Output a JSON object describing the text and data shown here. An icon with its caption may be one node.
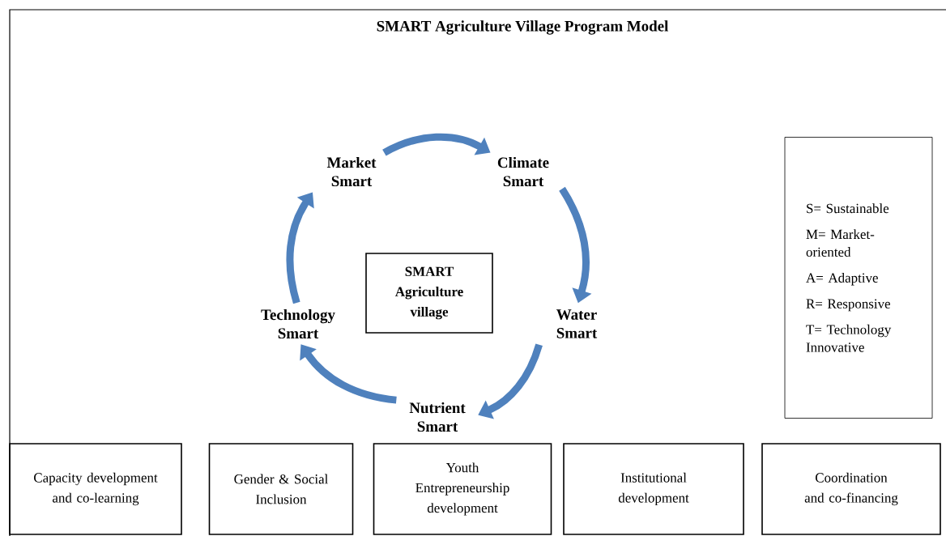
{
  "diagram": {
    "title": "SMART Agriculture Village Program Model",
    "nodes": [
      {
        "text": [
          "Market Smart"
        ]
      },
      {
        "text": [
          "Climate Smart"
        ]
      },
      {
        "text": [
          "Water Smart"
        ]
      },
      {
        "text": [
          "Nutrient Smart"
        ]
      },
      {
        "text": [
          "Technology Smart"
        ]
      },
      {
        "text": [
          "SMART Agriculture village"
        ]
      },
      {
        "text": [
          "S= Sustainable",
          "M= Market-oriented",
          "A= Adaptive",
          "R= Responsive",
          "T= Technology Innovative"
        ]
      },
      {
        "text": [
          "Capacity development and co-learning"
        ]
      },
      {
        "text": [
          "Gender & Social Inclusion"
        ]
      },
      {
        "text": [
          "Youth Entrepreneurship development"
        ]
      },
      {
        "text": [
          "Institutional development"
        ]
      },
      {
        "text": [
          "Coordination and co-financing"
        ]
      }
    ],
    "edges": [
      {
        "from": 0,
        "to": 1,
        "arrow": "to"
      },
      {
        "from": 1,
        "to": 2,
        "arrow": "to"
      },
      {
        "from": 2,
        "to": 3,
        "arrow": "to"
      },
      {
        "from": 3,
        "to": 4,
        "arrow": "to"
      },
      {
        "from": 4,
        "to": 0,
        "arrow": "to"
      }
    ]
  }
}
